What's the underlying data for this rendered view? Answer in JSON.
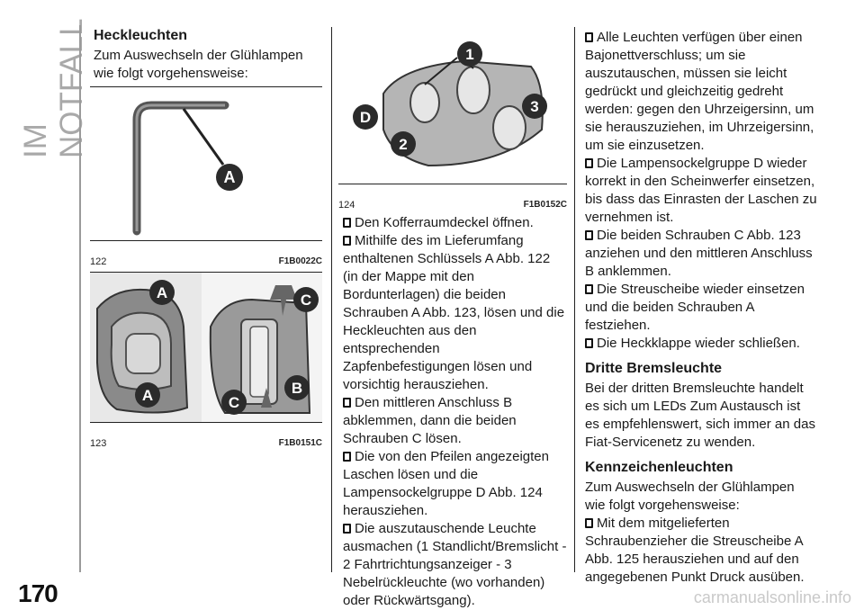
{
  "side_label": "IM NOTFALL",
  "page_number": "170",
  "watermark": "carmanualsonline.info",
  "col1": {
    "heading": "Heckleuchten",
    "intro": "Zum Auswechseln der Glühlampen wie folgt vorgehensweise:",
    "fig122": {
      "num": "122",
      "code": "F1B0022C",
      "label": "A"
    },
    "fig123": {
      "num": "123",
      "code": "F1B0151C",
      "labels": [
        "A",
        "A",
        "C",
        "C",
        "B"
      ]
    }
  },
  "col2": {
    "fig124": {
      "num": "124",
      "code": "F1B0152C",
      "labels": [
        "1",
        "D",
        "2",
        "3"
      ]
    },
    "items": [
      "Den Kofferraumdeckel öffnen.",
      "Mithilfe des im Lieferumfang enthaltenen Schlüssels A Abb. 122 (in der Mappe mit den Bordunterlagen) die beiden Schrauben A Abb. 123, lösen und die Heckleuchten aus den entsprechenden Zapfenbefestigungen lösen und vorsichtig herausziehen.",
      "Den mittleren Anschluss B abklemmen, dann die beiden Schrauben C lösen.",
      "Die von den Pfeilen angezeigten Laschen lösen und die Lampensockelgruppe D Abb. 124 herausziehen.",
      "Die auszutauschende Leuchte ausmachen (1 Standlicht/Bremslicht - 2 Fahrtrichtungsanzeiger - 3 Nebelrückleuchte (wo vorhanden) oder Rückwärtsgang)."
    ]
  },
  "col3": {
    "items": [
      "Alle Leuchten verfügen über einen Bajonettverschluss; um sie auszutauschen, müssen sie leicht gedrückt und gleichzeitig gedreht werden: gegen den Uhrzeigersinn, um sie herauszuziehen, im Uhrzeigersinn, um sie einzusetzen.",
      "Die Lampensockelgruppe D wieder korrekt in den Scheinwerfer einsetzen, bis dass das Einrasten der Laschen zu vernehmen ist.",
      "Die beiden Schrauben C Abb. 123 anziehen und den mittleren Anschluss B anklemmen.",
      "Die Streuscheibe wieder einsetzen und die beiden Schrauben A festziehen.",
      "Die Heckklappe wieder schließen."
    ],
    "heading2": "Dritte Bremsleuchte",
    "para2": "Bei der dritten Bremsleuchte handelt es sich um LEDs Zum Austausch ist es empfehlenswert, sich immer an das Fiat-Servicenetz zu wenden.",
    "heading3": "Kennzeichenleuchten",
    "para3": "Zum Auswechseln der Glühlampen wie folgt vorgehensweise:",
    "item3": "Mit dem mitgelieferten Schraubenzieher die Streuscheibe A Abb. 125 herausziehen und auf den angegebenen Punkt Druck ausüben."
  }
}
